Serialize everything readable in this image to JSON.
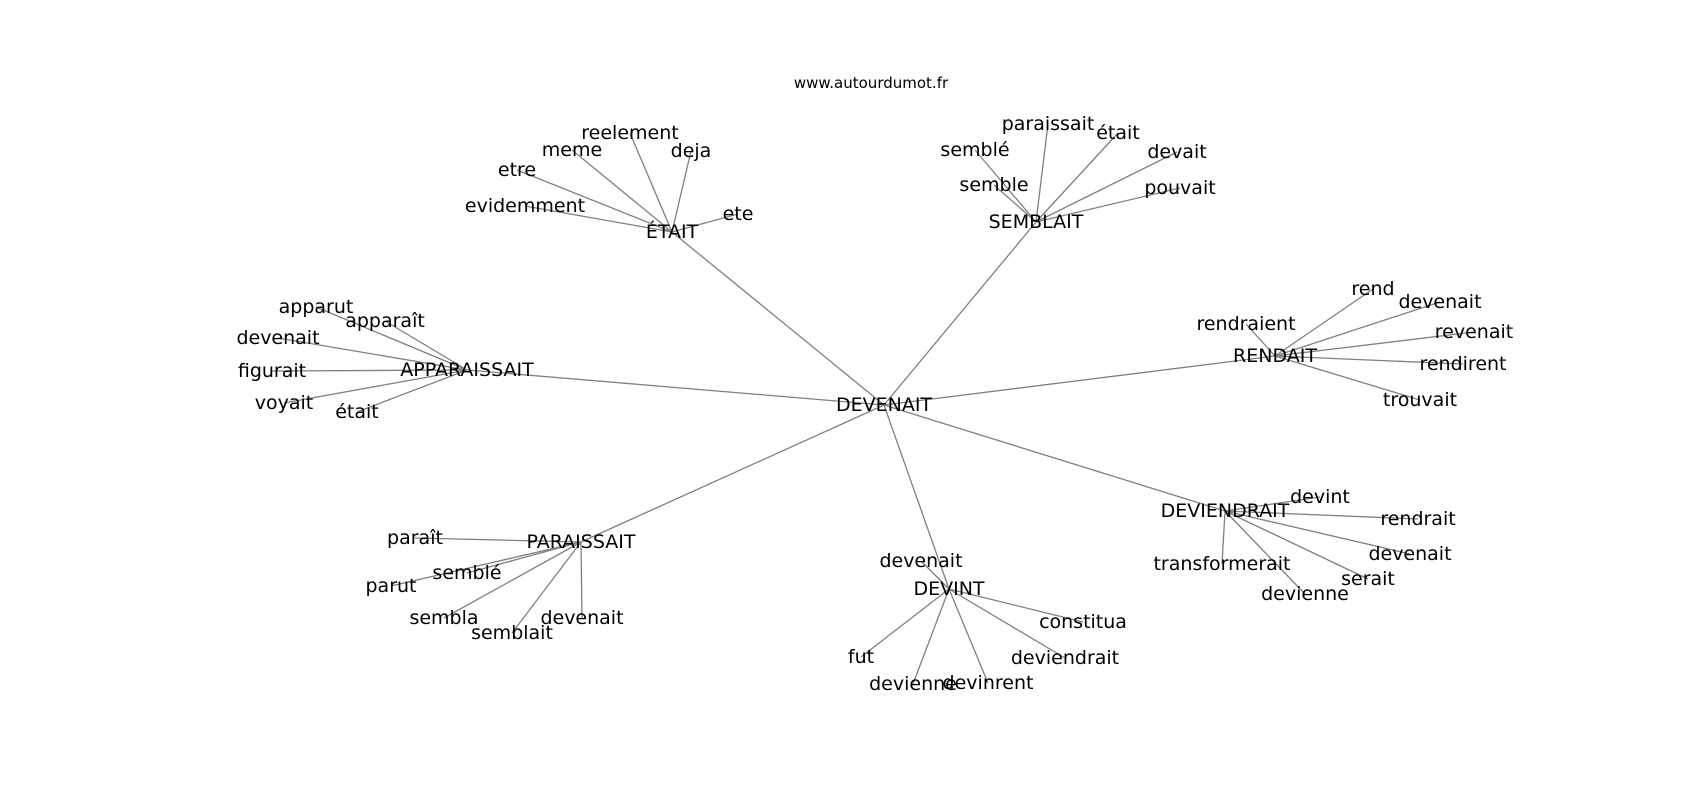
{
  "source_label": "www.autourdumot.fr",
  "center": {
    "id": "devenait-center",
    "text": "DEVENAIT"
  },
  "hubs": [
    {
      "id": "etait",
      "text": "ÉTAIT",
      "leaves": [
        "reelement",
        "meme",
        "deja",
        "etre",
        "evidemment",
        "ete"
      ]
    },
    {
      "id": "semblait",
      "text": "SEMBLAIT",
      "leaves": [
        "paraissait",
        "semblé",
        "était",
        "devait",
        "semble",
        "pouvait"
      ]
    },
    {
      "id": "apparaissait",
      "text": "APPARAISSAIT",
      "leaves": [
        "apparut",
        "apparaît",
        "devenait",
        "figurait",
        "voyait",
        "était"
      ]
    },
    {
      "id": "rendait",
      "text": "RENDAIT",
      "leaves": [
        "rend",
        "devenait",
        "rendraient",
        "revenait",
        "rendirent",
        "trouvait"
      ]
    },
    {
      "id": "paraissait",
      "text": "PARAISSAIT",
      "leaves": [
        "paraît",
        "semblé",
        "parut",
        "sembla",
        "semblait",
        "devenait"
      ]
    },
    {
      "id": "devint",
      "text": "DEVINT",
      "leaves": [
        "devenait",
        "constitua",
        "fut",
        "deviendrait",
        "devienne",
        "devinrent"
      ]
    },
    {
      "id": "deviendrait",
      "text": "DEVIENDRAIT",
      "leaves": [
        "devint",
        "rendrait",
        "devenait",
        "transformerait",
        "serait",
        "devienne"
      ]
    }
  ]
}
